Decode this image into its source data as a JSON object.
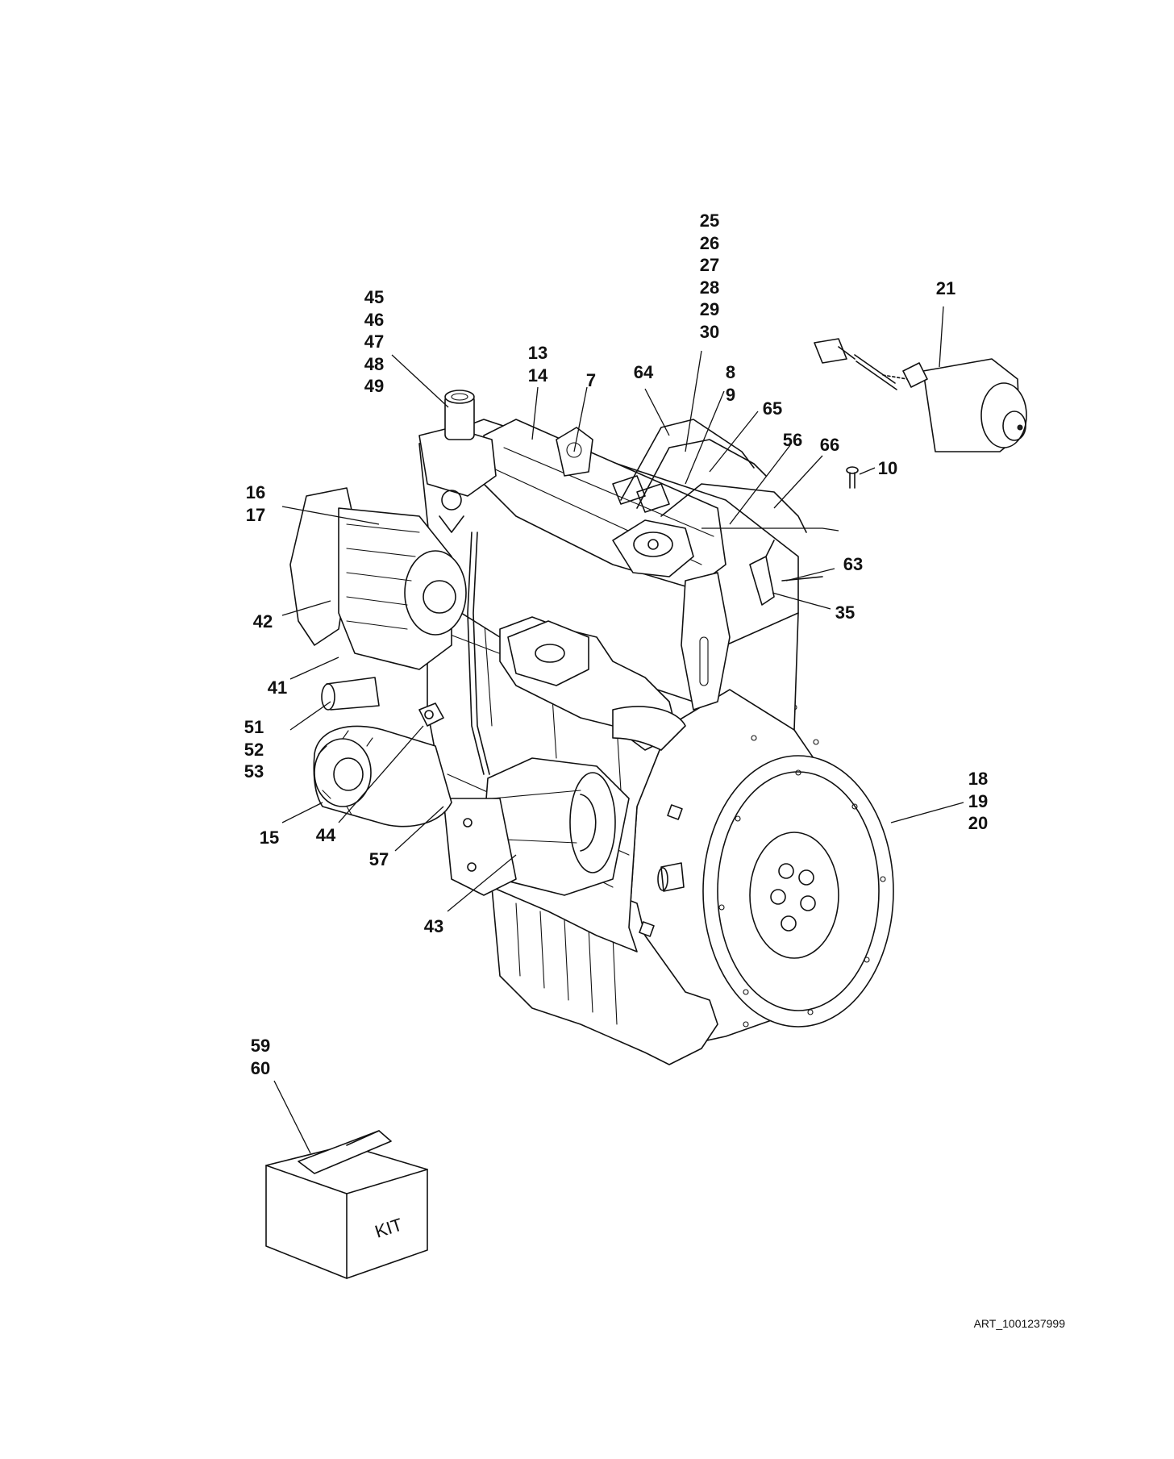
{
  "callouts": [
    {
      "id": "c45",
      "text": "45\n46\n47\n48\n49"
    },
    {
      "id": "c13",
      "text": "13\n14"
    },
    {
      "id": "c7",
      "text": "7"
    },
    {
      "id": "c64",
      "text": "64"
    },
    {
      "id": "c25",
      "text": "25\n26\n27\n28\n29\n30"
    },
    {
      "id": "c8",
      "text": "8\n9"
    },
    {
      "id": "c65",
      "text": "65"
    },
    {
      "id": "c56",
      "text": "56"
    },
    {
      "id": "c66",
      "text": "66"
    },
    {
      "id": "c21",
      "text": "21"
    },
    {
      "id": "c10",
      "text": "10"
    },
    {
      "id": "c16",
      "text": "16\n17"
    },
    {
      "id": "c63",
      "text": "63"
    },
    {
      "id": "c35",
      "text": "35"
    },
    {
      "id": "c42",
      "text": "42"
    },
    {
      "id": "c41",
      "text": "41"
    },
    {
      "id": "c51",
      "text": "51\n52\n53"
    },
    {
      "id": "c15",
      "text": "15"
    },
    {
      "id": "c44",
      "text": "44"
    },
    {
      "id": "c57",
      "text": "57"
    },
    {
      "id": "c43",
      "text": "43"
    },
    {
      "id": "c18",
      "text": "18\n19\n20"
    },
    {
      "id": "c59",
      "text": "59\n60"
    }
  ],
  "kit_box": {
    "label": "KIT"
  },
  "art_id": "ART_1001237999"
}
